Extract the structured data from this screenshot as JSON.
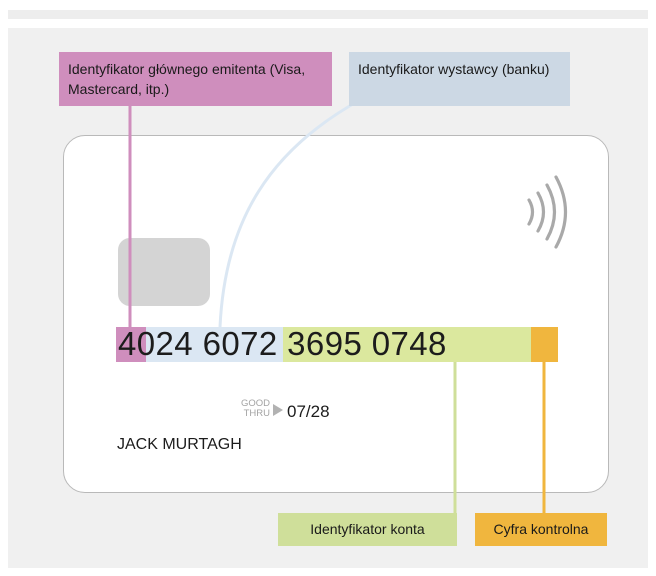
{
  "card": {
    "number_groups": [
      "4",
      "024 60",
      "72 3695 074",
      "8"
    ],
    "good_thru_label": "GOOD\nTHRU",
    "expiry": "07/28",
    "holder": "JACK MURTAGH",
    "contactless_icon": "contactless-waves-icon"
  },
  "labels": {
    "issuer_major": "Identyfikator głównego emitenta (Visa, Mastercard, itp.)",
    "bank": "Identyfikator wystawcy (banku)",
    "account": "Identyfikator konta",
    "check_digit": "Cyfra kontrolna"
  },
  "colors": {
    "issuer_major": "#cf8ebd",
    "bank": "#ccd8e4",
    "account": "#cfdf9a",
    "check_digit": "#f0b63e"
  }
}
